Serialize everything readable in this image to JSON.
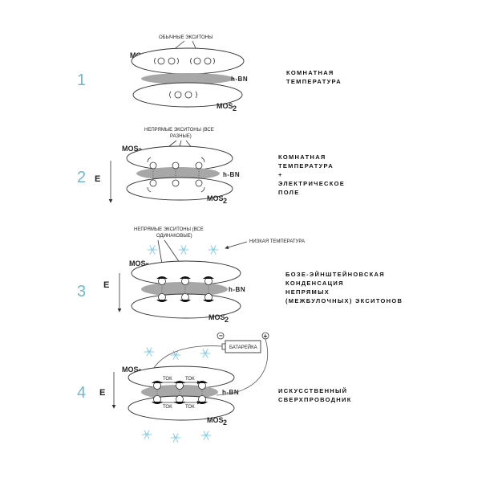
{
  "layer_labels": {
    "mos_main": "MOS",
    "mos_sub": "2",
    "hbn": "h-BN",
    "e_field": "E"
  },
  "steps": [
    {
      "number": "1",
      "exciton_label_line1": "ОБЫЧНЫЕ ЭКСИТОНЫ",
      "exciton_label_line2": "",
      "description": [
        "КОМНАТНАЯ",
        "ТЕМПЕРАТУРА"
      ]
    },
    {
      "number": "2",
      "exciton_label_line1": "НЕПРЯМЫЕ ЭКСИТОНЫ (ВСЕ",
      "exciton_label_line2": "РАЗНЫЕ)",
      "description": [
        "КОМНАТНАЯ",
        "ТЕМПЕРАТУРА",
        "+",
        "ЭЛЕКТРИЧЕСКОЕ",
        "ПОЛЕ"
      ]
    },
    {
      "number": "3",
      "exciton_label_line1": "НЕПРЯМЫЕ ЭКСИТОНЫ (ВСЕ",
      "exciton_label_line2": "ОДИНАКОВЫЕ)",
      "temperature_label": "НИЗКАЯ ТЕМПЕРАТУРА",
      "description": [
        "БОЗЕ-ЭЙНШТЕЙНОВСКАЯ",
        "КОНДЕНСАЦИЯ",
        "НЕПРЯМЫХ",
        "(МЕЖБУЛОЧНЫХ) ЭКСИТОНОВ"
      ]
    },
    {
      "number": "4",
      "battery_label": "БАТАРЕЙКА",
      "battery_minus": "−",
      "battery_plus": "+",
      "current_label": "ТОК",
      "description": [
        "ИСКУССТВЕННЫЙ",
        "СВЕРХПРОВОДНИК"
      ]
    }
  ],
  "colors": {
    "step_number": "#6fb8cf",
    "hbn_layer": "#a7a7a7",
    "snowflake": "#8ecfe6"
  }
}
